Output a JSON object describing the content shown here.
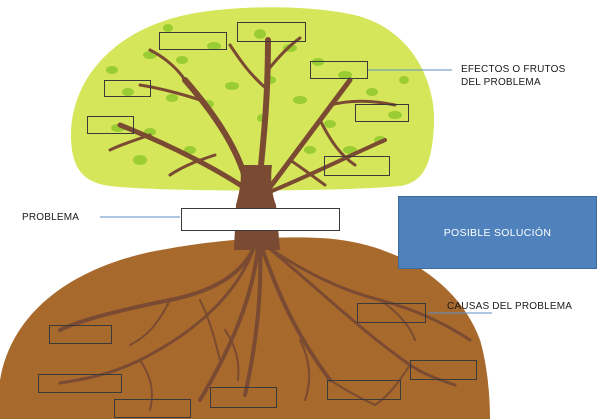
{
  "labels": {
    "effects_line1": "EFECTOS O FRUTOS",
    "effects_line2": "DEL PROBLEMA",
    "problem": "PROBLEMA",
    "causes": "CAUSAS DEL PROBLEMA",
    "solution": "POSIBLE SOLUCIÓN"
  },
  "colors": {
    "canopy": "#d6e65a",
    "leaf": "#9acd32",
    "trunk": "#7a4a32",
    "soil": "#a86a2c",
    "solution_box": "#4f81bd",
    "connector_line": "#5b8fc7"
  }
}
